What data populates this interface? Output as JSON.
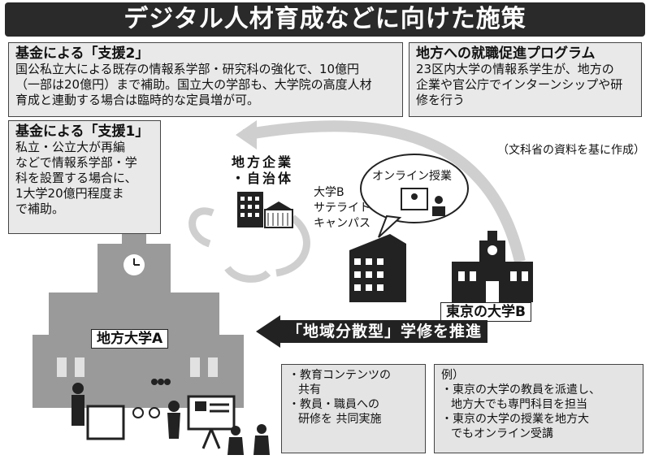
{
  "title": "デジタル人材育成などに向けた施策",
  "support2": {
    "heading": "基金による「支援2」",
    "lines": [
      "国公私立大による既存の情報系学部・研究科の強化で、10億円",
      "（一部は20億円）まで補助。国立大の学部も、大学院の高度人材",
      "育成と連動する場合は臨時的な定員増が可。"
    ]
  },
  "program": {
    "heading": "地方への就職促進プログラム",
    "lines": [
      "23区内大学の情報系学生が、地方の",
      "企業や官公庁でインターンシップや研",
      "修を行う"
    ]
  },
  "support1": {
    "heading": "基金による「支援1」",
    "lines": [
      "私立・公立大が再編",
      "などで情報系学部・学",
      "科を設置する場合に、",
      "1大学20億円程度ま",
      "で補助。"
    ]
  },
  "source_note": "（文科省の資料を基に作成）",
  "local_company": [
    "地方企業",
    "・自治体"
  ],
  "online_class": "オンライン授業",
  "satellite": [
    "大学B",
    "サテライト",
    "キャンパス"
  ],
  "university_a": "地方大学A",
  "university_b": "東京の大学B",
  "promote": "「地域分散型」学修を推進",
  "shared": {
    "items": [
      "・教育コンテンツの",
      "共有",
      "・教員・職員への",
      "研修を 共同実施"
    ]
  },
  "example": {
    "heading": "例）",
    "items": [
      "・東京の大学の教員を派遣し、",
      "地方大でも専門科目を担当",
      "・東京の大学の授業を地方大",
      "でもオンライン受講"
    ]
  },
  "colors": {
    "ink": "#222222",
    "panel": "#e9e9e9",
    "building": "#9a9a9a"
  }
}
